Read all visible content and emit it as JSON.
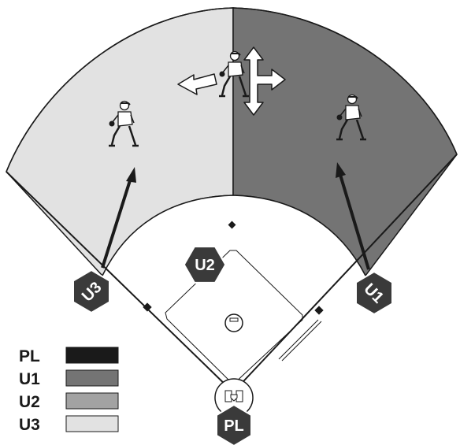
{
  "diagram": {
    "zones": {
      "left_field": {
        "umpire": "U3",
        "color": "#e2e2e2"
      },
      "right_field": {
        "umpire": "U1",
        "color": "#747474"
      }
    },
    "umpire_badges": {
      "u3": "U3",
      "u2": "U2",
      "u1": "U1",
      "pl": "PL"
    },
    "legend": [
      {
        "label": "PL",
        "color": "#1a1a1a"
      },
      {
        "label": "U1",
        "color": "#747474"
      },
      {
        "label": "U2",
        "color": "#a2a2a2"
      },
      {
        "label": "U3",
        "color": "#e2e2e2"
      }
    ],
    "colors": {
      "infield": "#ffffff",
      "badge": "#3a3a3a",
      "lines": "#1a1a1a"
    },
    "icons": [
      "fielder-icon",
      "direction-arrow-icon",
      "four-way-arrow-icon",
      "base-icon",
      "pitchers-rubber-icon"
    ]
  }
}
